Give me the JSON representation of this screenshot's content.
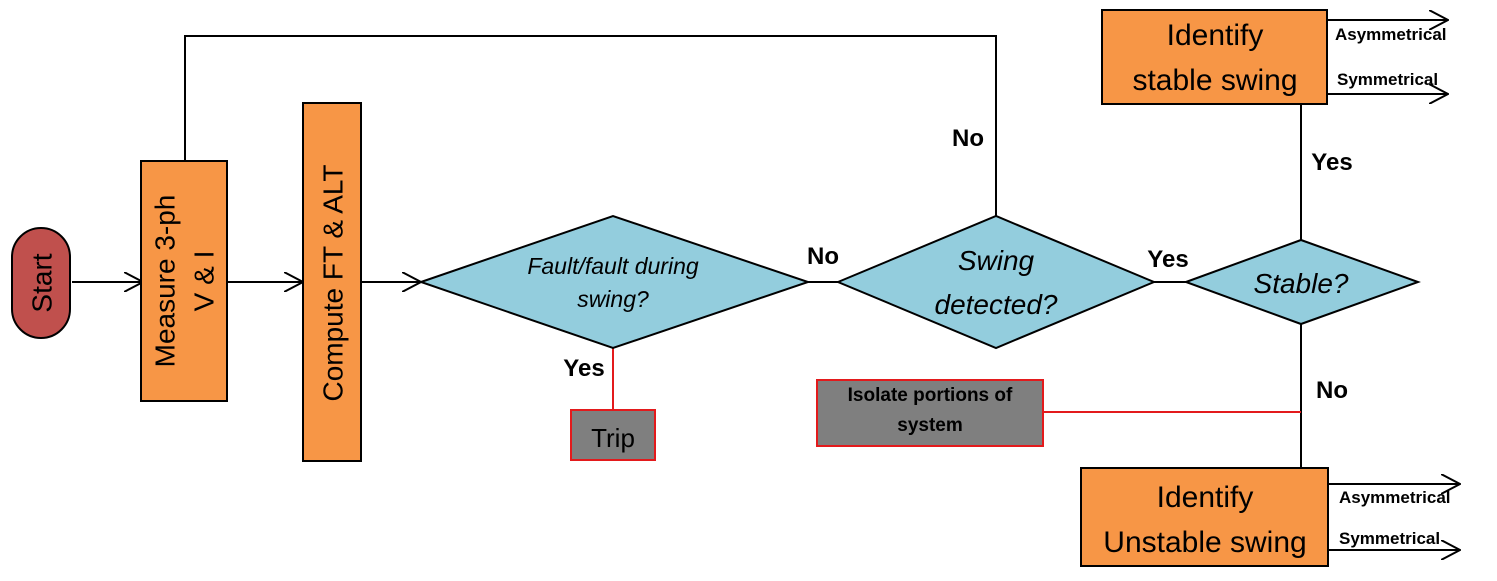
{
  "nodes": {
    "start": "Start",
    "measure_line1": "Measure 3-ph",
    "measure_line2": "V & I",
    "compute": "Compute FT & ALT",
    "fault_line1": "Fault/fault during",
    "fault_line2": "swing?",
    "trip": "Trip",
    "swing_line1": "Swing",
    "swing_line2": "detected?",
    "stable": "Stable?",
    "isolate_line1": "Isolate portions of",
    "isolate_line2": "system",
    "stable_swing_line1": "Identify",
    "stable_swing_line2": "stable swing",
    "unstable_swing_line1": "Identify",
    "unstable_swing_line2": "Unstable swing"
  },
  "edge_labels": {
    "fault_no": "No",
    "fault_yes": "Yes",
    "swing_no": "No",
    "swing_yes": "Yes",
    "stable_yes": "Yes",
    "stable_no": "No",
    "stable_out_asym": "Asymmetrical",
    "stable_out_sym": "Symmetrical",
    "unstable_out_asym": "Asymmetrical",
    "unstable_out_sym": "Symmetrical"
  },
  "colors": {
    "start_fill": "#c0504d",
    "process_fill": "#f79646",
    "decision_fill": "#93cddd",
    "terminal_fill": "#7f7f7f",
    "terminal_border": "#e31a1c",
    "line": "#000000",
    "red_line": "#e31a1c"
  }
}
